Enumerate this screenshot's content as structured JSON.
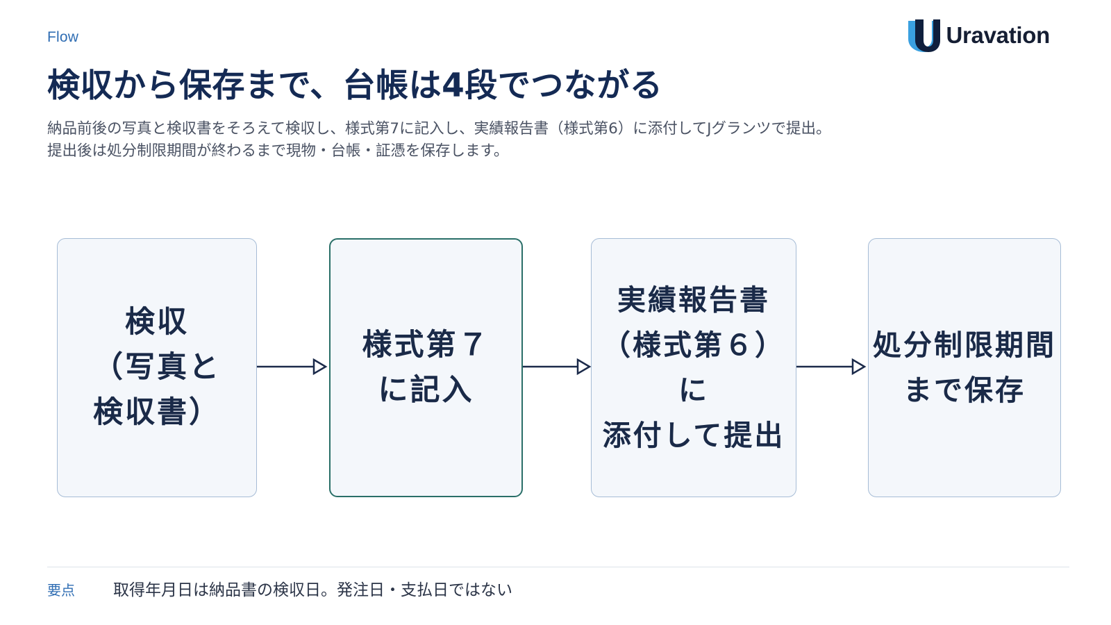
{
  "eyebrow": "Flow",
  "brand": {
    "name": "Uravation",
    "logo_icon": "uravation-logo-icon",
    "colors": {
      "navy": "#0f1f3d",
      "blue": "#3aa0e0"
    }
  },
  "title": "検収から保存まで、台帳は4段でつながる",
  "description": {
    "line1": "納品前後の写真と検収書をそろえて検収し、様式第7に記入し、実績報告書（様式第6）に添付してJグランツで提出。",
    "line2": "提出後は処分制限期間が終わるまで現物・台帳・証憑を保存します。"
  },
  "steps": [
    {
      "label": "検収\n（写真と\n検収書）"
    },
    {
      "label": "様式第７\nに記入"
    },
    {
      "label": "実績報告書\n（様式第６）に\n添付して提出"
    },
    {
      "label": "処分制限期間\nまで保存"
    }
  ],
  "key_point": {
    "label": "要点",
    "text": "取得年月日は納品書の検収日。発注日・支払日ではない"
  },
  "colors": {
    "title": "#142a54",
    "accent_blue": "#2f6db3",
    "box_fill": "#f4f7fb",
    "box_border": "#a6bcd6",
    "active_border": "#2a6f68",
    "arrow": "#1b2a4a"
  }
}
